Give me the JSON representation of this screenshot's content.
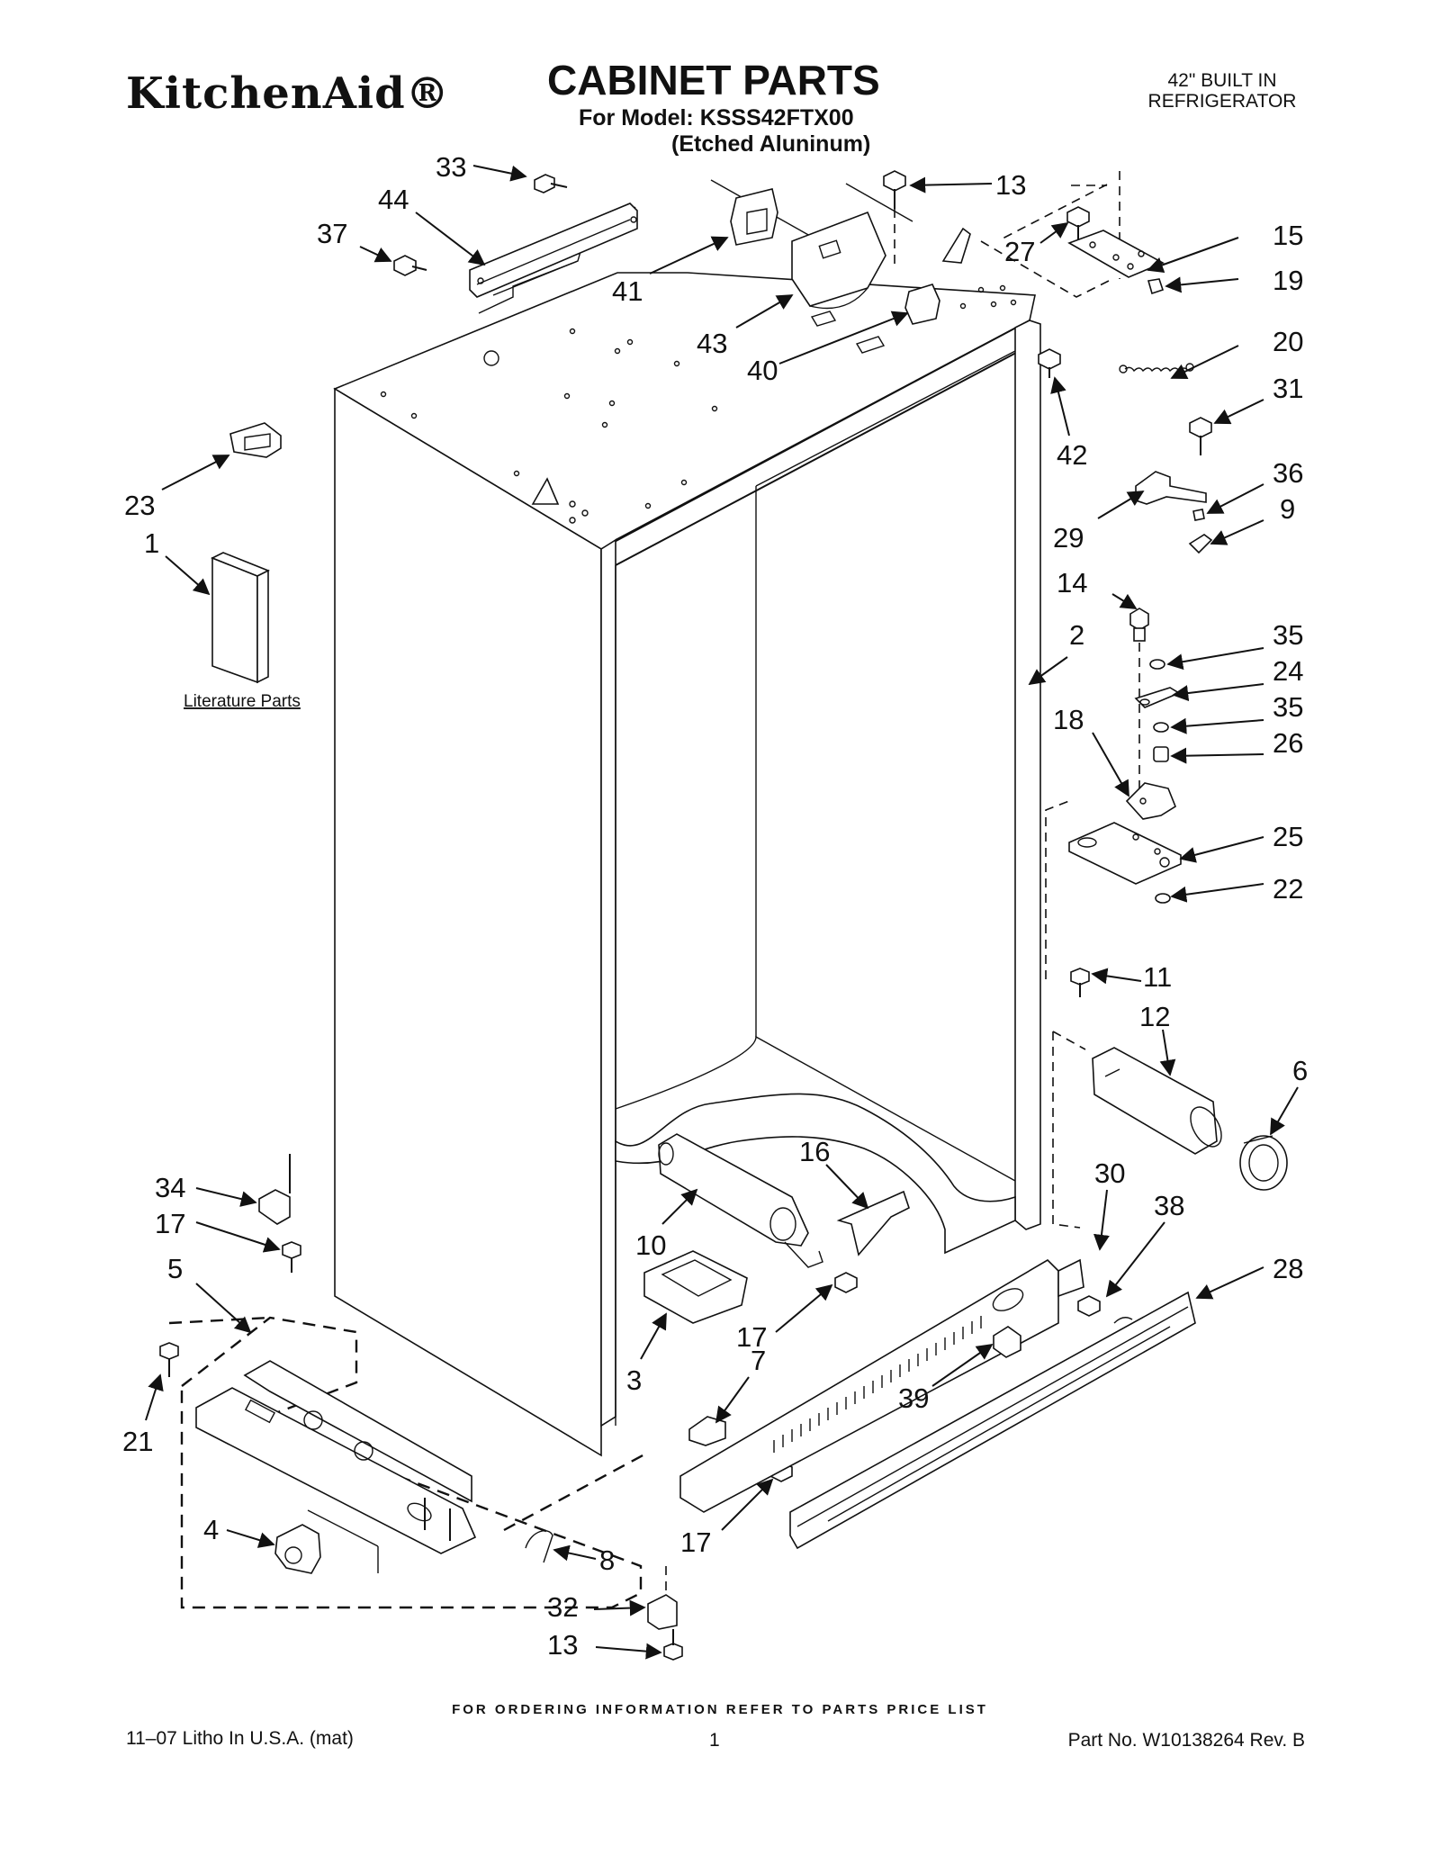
{
  "header": {
    "brand": "KitchenAid®",
    "title": "CABINET PARTS",
    "model_line": "For Model: KSSS42FTX00",
    "finish_line": "(Etched Aluninum)",
    "product_lines": [
      "42\" BUILT IN",
      "REFRIGERATOR"
    ]
  },
  "diagram": {
    "literature_label": "Literature Parts",
    "callouts": {
      "c33": "33",
      "c44": "44",
      "c37": "37",
      "c41": "41",
      "c43": "43",
      "c40": "40",
      "c13a": "13",
      "c27": "27",
      "c15": "15",
      "c19": "19",
      "c20": "20",
      "c42": "42",
      "c31": "31",
      "c36": "36",
      "c9": "9",
      "c29": "29",
      "c23": "23",
      "c1": "1",
      "c14": "14",
      "c2": "2",
      "c35a": "35",
      "c24": "24",
      "c18": "18",
      "c35b": "35",
      "c26": "26",
      "c25": "25",
      "c22": "22",
      "c11": "11",
      "c12": "12",
      "c6": "6",
      "c16": "16",
      "c30": "30",
      "c38": "38",
      "c28": "28",
      "c34": "34",
      "c17a": "17",
      "c5": "5",
      "c10": "10",
      "c17b": "17",
      "c3": "3",
      "c7": "7",
      "c39": "39",
      "c21": "21",
      "c4": "4",
      "c8": "8",
      "c17c": "17",
      "c32": "32",
      "c13b": "13"
    }
  },
  "footer": {
    "order_note": "FOR ORDERING INFORMATION REFER TO PARTS PRICE LIST",
    "litho": "11–07 Litho In U.S.A. (mat)",
    "page": "1",
    "part_no": "Part No. W10138264 Rev. B"
  }
}
